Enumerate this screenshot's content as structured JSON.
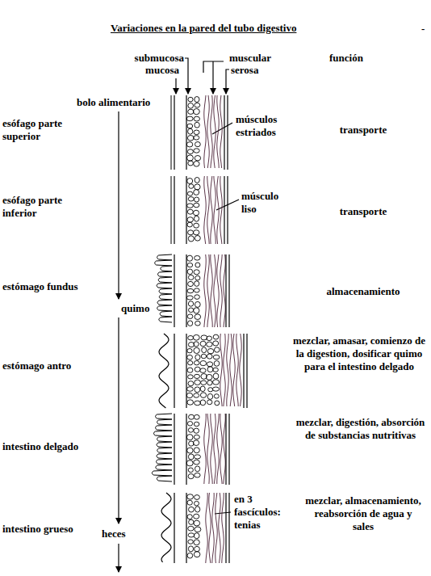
{
  "diagram": {
    "title": "Variaciones en la pared del tubo digestivo",
    "labels": [
      "-",
      "submucosa",
      "mucosa",
      "muscular",
      "serosa",
      "función",
      "bolo alimentario",
      "esófago parte superior",
      "músculos estriados",
      "transporte",
      "esófago parte inferior",
      "músculo liso",
      "transporte",
      "estómago fundus",
      "quimo",
      "almacenamiento",
      "estómago antro",
      "mezclar, amasar, comienzo de la digestion, dosificar quimo para el intestino delgado",
      "intestino delgado",
      "mezclar, digestión, absorción de substancias nutritivas",
      "intestino grueso",
      "heces",
      "en 3 fascículos: tenias",
      "mezclar, almacenamiento, reabsorción de agua y sales"
    ]
  }
}
